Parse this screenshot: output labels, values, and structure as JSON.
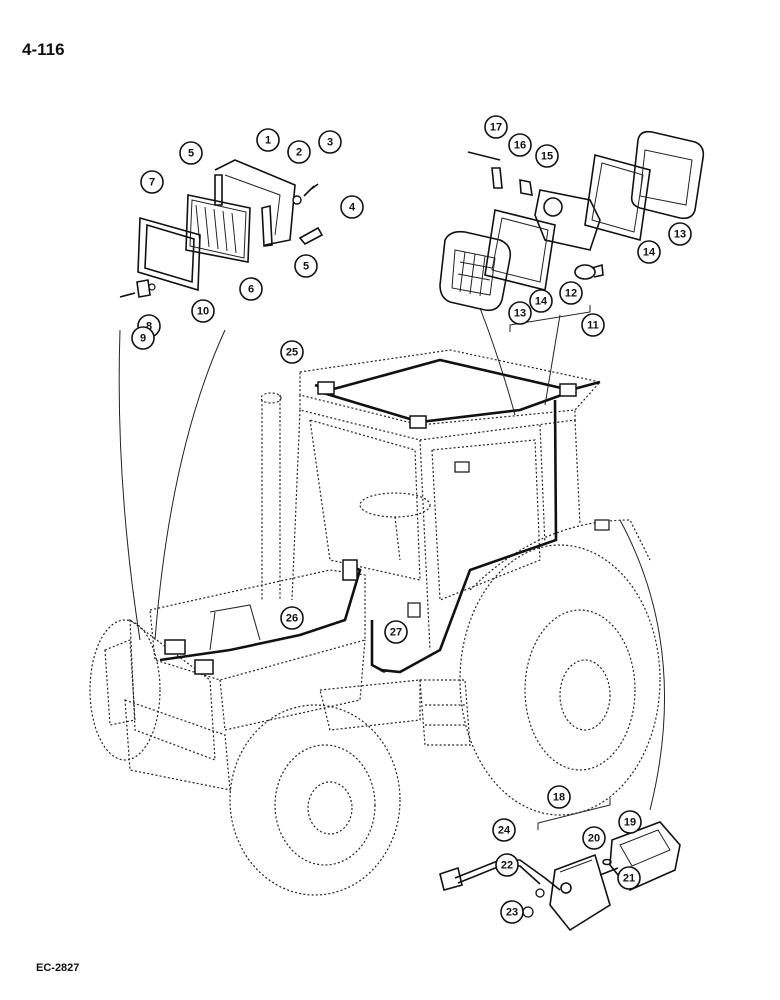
{
  "page_number": "4-116",
  "diagram_code": "EC-2827",
  "callouts": [
    {
      "label": "1"
    },
    {
      "label": "2"
    },
    {
      "label": "3"
    },
    {
      "label": "4"
    },
    {
      "label": "5"
    },
    {
      "label": "5"
    },
    {
      "label": "6"
    },
    {
      "label": "7"
    },
    {
      "label": "8"
    },
    {
      "label": "9"
    },
    {
      "label": "10"
    },
    {
      "label": "11"
    },
    {
      "label": "12"
    },
    {
      "label": "13"
    },
    {
      "label": "13"
    },
    {
      "label": "14"
    },
    {
      "label": "14"
    },
    {
      "label": "15"
    },
    {
      "label": "16"
    },
    {
      "label": "17"
    },
    {
      "label": "18"
    },
    {
      "label": "19"
    },
    {
      "label": "20"
    },
    {
      "label": "21"
    },
    {
      "label": "22"
    },
    {
      "label": "23"
    },
    {
      "label": "24"
    },
    {
      "label": "25"
    },
    {
      "label": "26"
    },
    {
      "label": "27"
    }
  ]
}
